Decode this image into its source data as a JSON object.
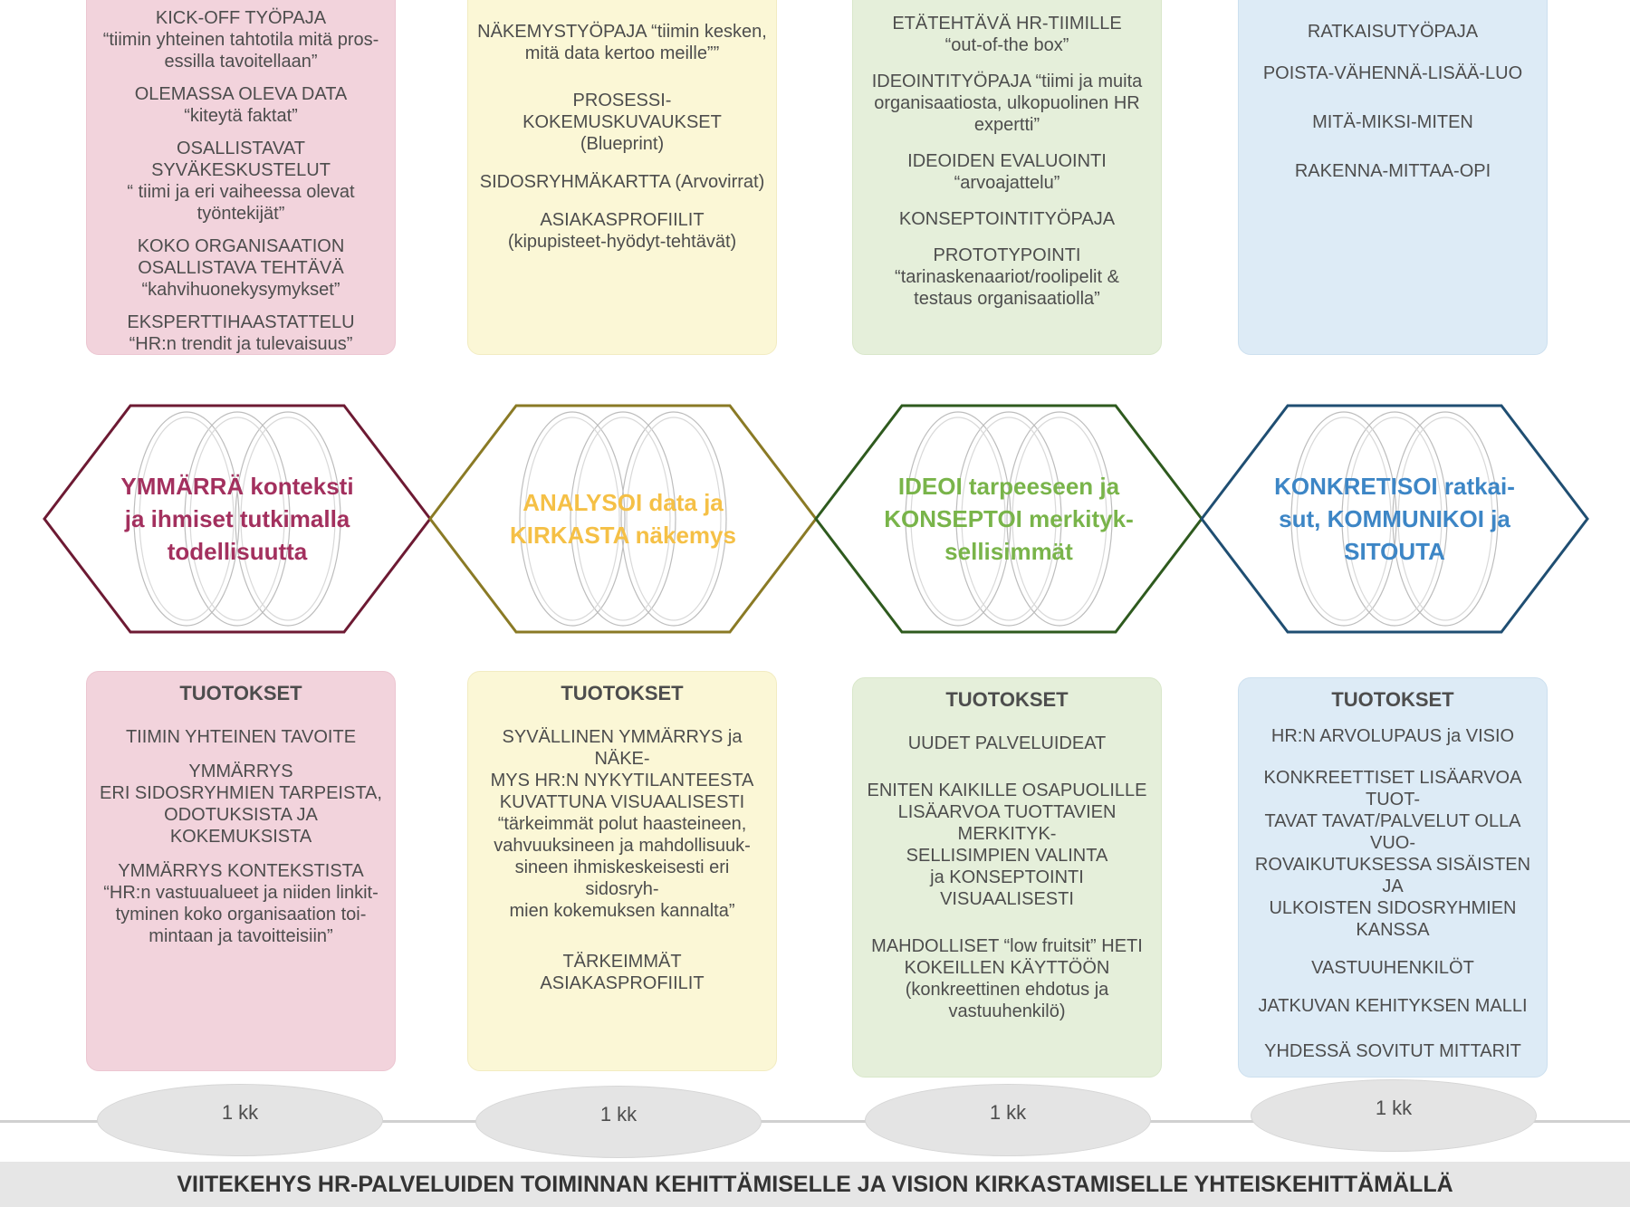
{
  "activities": [
    {
      "items": [
        [
          "KICK-OFF TYÖPAJA",
          "“tiimin yhteinen tahtotila mitä pros-",
          "essilla tavoitellaan”"
        ],
        [
          "OLEMASSA OLEVA DATA",
          "“kiteytä faktat”"
        ],
        [
          "OSALLISTAVAT SYVÄKESKUSTELUT",
          "“ tiimi ja eri vaiheessa olevat",
          "työntekijät”"
        ],
        [
          "KOKO ORGANISAATION",
          "OSALLISTAVA TEHTÄVÄ",
          "“kahvihuonekysymykset”"
        ],
        [
          "EKSPERTTIHAASTATTELU",
          "“HR:n trendit ja tulevaisuus”"
        ]
      ]
    },
    {
      "items": [
        [
          "NÄKEMYSTYÖPAJA “tiimin kesken,",
          "mitä data kertoo meille””"
        ],
        [
          "PROSESSI-KOKEMUSKUVAUKSET",
          "(Blueprint)"
        ],
        [
          "SIDOSRYHMÄKARTTA (Arvovirrat)"
        ],
        [
          "ASIAKASPROFIILIT",
          "(kipupisteet-hyödyt-tehtävät)"
        ]
      ]
    },
    {
      "items": [
        [
          "ETÄTEHTÄVÄ HR-TIIMILLE",
          "“out-of-the box”"
        ],
        [
          "IDEOINTITYÖPAJA “tiimi ja muita",
          "organisaatiosta, ulkopuolinen HR",
          "expertti”"
        ],
        [
          "IDEOIDEN EVALUOINTI",
          "“arvoajattelu”"
        ],
        [
          "KONSEPTOINTITYÖPAJA"
        ],
        [
          "PROTOTYPOINTI",
          "“tarinaskenaariot/roolipelit &",
          "testaus organisaatiolla”"
        ]
      ]
    },
    {
      "items": [
        [
          "RATKAISUTYÖPAJA"
        ],
        [
          "POISTA-VÄHENNÄ-LISÄÄ-LUO"
        ],
        [
          "MITÄ-MIKSI-MITEN"
        ],
        [
          "RAKENNA-MITTAA-OPI"
        ]
      ]
    }
  ],
  "phases": [
    {
      "lines": [
        "YMMÄRRÄ konteksti",
        "ja ihmiset tutkimalla",
        "todellisuutta"
      ],
      "color": "#a3305e",
      "stroke": "#6d1a33"
    },
    {
      "lines": [
        "ANALYSOI data ja",
        "KIRKASTA näkemys"
      ],
      "color": "#f5c046",
      "stroke": "#8a7a25"
    },
    {
      "lines": [
        "IDEOI  tarpeeseen ja",
        "KONSEPTOI merkityk-",
        "sellisimmät"
      ],
      "color": "#79b44a",
      "stroke": "#2e5a1e"
    },
    {
      "lines": [
        "KONKRETISOI ratkai-",
        "sut, KOMMUNIKOI ja",
        "SITOUTA"
      ],
      "color": "#3d86c6",
      "stroke": "#1f4e72"
    }
  ],
  "outputs": [
    {
      "title": "TUOTOKSET",
      "items": [
        [
          "TIIMIN YHTEINEN TAVOITE"
        ],
        [
          "YMMÄRRYS",
          "ERI SIDOSRYHMIEN TARPEISTA,",
          "ODOTUKSISTA JA KOKEMUKSISTA"
        ],
        [
          "YMMÄRRYS KONTEKSTISTA",
          "“HR:n vastuualueet ja niiden linkit-",
          "tyminen koko organisaation toi-",
          "mintaan ja tavoitteisiin”"
        ]
      ]
    },
    {
      "title": "TUOTOKSET",
      "items": [
        [
          "SYVÄLLINEN YMMÄRRYS ja NÄKE-",
          "MYS HR:N NYKYTILANTEESTA",
          "KUVATTUNA VISUAALISESTI",
          "“tärkeimmät polut haasteineen,",
          "vahvuuksineen ja mahdollisuuk-",
          "sineen ihmiskeskeisesti eri sidosryh-",
          "mien kokemuksen kannalta”"
        ],
        [
          "TÄRKEIMMÄT",
          "ASIAKASPROFIILIT"
        ]
      ]
    },
    {
      "title": "TUOTOKSET",
      "items": [
        [
          "UUDET PALVELUIDEAT"
        ],
        [
          "ENITEN KAIKILLE OSAPUOLILLE",
          "LISÄARVOA TUOTTAVIEN MERKITYK-",
          "SELLISIMPIEN VALINTA",
          "ja KONSEPTOINTI VISUAALISESTI"
        ],
        [
          "MAHDOLLISET “low fruitsit” HETI",
          "KOKEILLEN KÄYTTÖÖN",
          "(konkreettinen ehdotus ja",
          "vastuuhenkilö)"
        ]
      ]
    },
    {
      "title": "TUOTOKSET",
      "items": [
        [
          "HR:N ARVOLUPAUS ja VISIO"
        ],
        [
          "KONKREETTISET LISÄARVOA TUOT-",
          "TAVAT TAVAT/PALVELUT OLLA VUO-",
          "ROVAIKUTUKSESSA SISÄISTEN JA",
          "ULKOISTEN SIDOSRYHMIEN",
          "KANSSA"
        ],
        [
          "VASTUUHENKILÖT"
        ],
        [
          "JATKUVAN KEHITYKSEN MALLI"
        ],
        [
          "YHDESSÄ SOVITUT MITTARIT"
        ]
      ]
    }
  ],
  "durations": [
    "1 kk",
    "1 kk",
    "1 kk",
    "1 kk"
  ],
  "footer": "VIITEKEHYS HR-PALVELUIDEN TOIMINNAN KEHITTÄMISELLE JA VISION KIRKASTAMISELLE  YHTEISKEHITTÄMÄLLÄ"
}
